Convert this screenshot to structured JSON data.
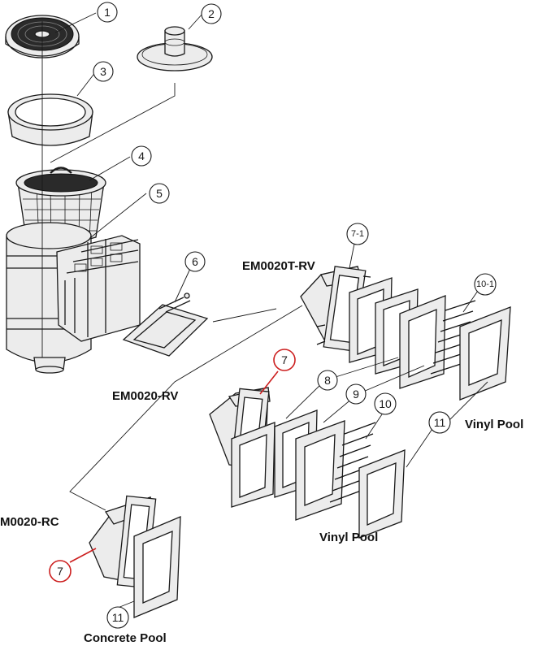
{
  "callouts": {
    "c1": "1",
    "c2": "2",
    "c3": "3",
    "c4": "4",
    "c5": "5",
    "c6": "6",
    "c7_top": "7-1",
    "c7_mid": "7",
    "c7_low": "7",
    "c8": "8",
    "c9": "9",
    "c10_top": "10-1",
    "c10": "10",
    "c11_top": "11",
    "c11_bottom": "11"
  },
  "labels": {
    "model_t_rv": "EM0020T-RV",
    "model_rv": "EM0020-RV",
    "model_rc": "M0020-RC",
    "vinyl_pool_right": "Vinyl Pool",
    "vinyl_pool_center": "Vinyl Pool",
    "concrete_pool": "Concrete Pool"
  },
  "colors": {
    "line": "#1a1a1a",
    "highlight": "#cc1f1f",
    "background": "#ffffff"
  }
}
